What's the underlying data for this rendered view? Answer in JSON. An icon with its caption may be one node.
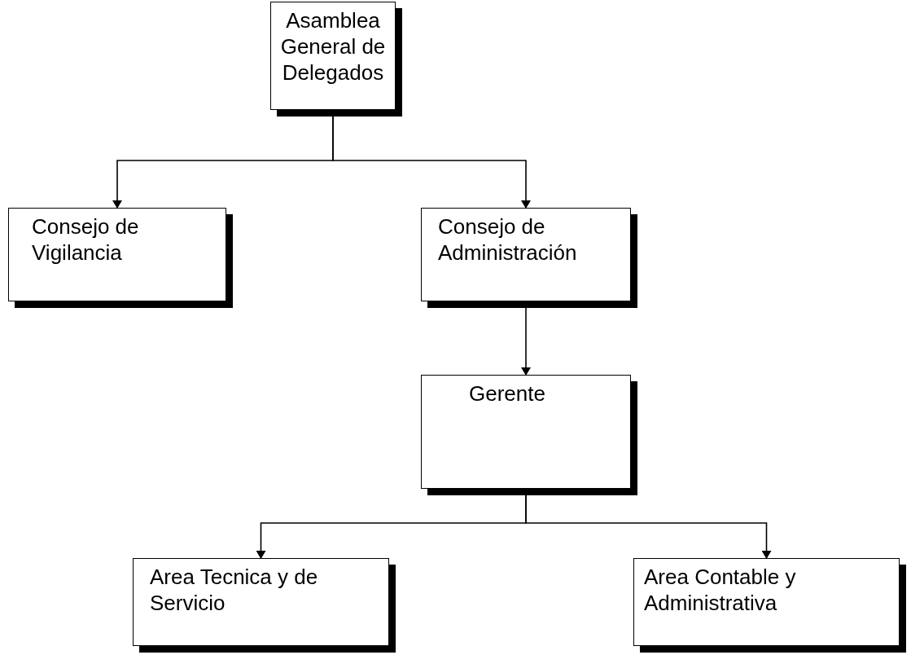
{
  "diagram": {
    "nodes": [
      {
        "text": [
          "Asamblea General de Delegados"
        ]
      },
      {
        "text": [
          "Consejo de Vigilancia"
        ]
      },
      {
        "text": [
          "Consejo de Administración"
        ]
      },
      {
        "text": [
          "Gerente"
        ]
      },
      {
        "text": [
          "Area Tecnica y de Servicio"
        ]
      },
      {
        "text": [
          "Area Contable y Administrativa"
        ]
      }
    ],
    "edges": [
      {
        "from": 0,
        "to": 1,
        "arrow": "to"
      },
      {
        "from": 0,
        "to": 2,
        "arrow": "to"
      },
      {
        "from": 2,
        "to": 3,
        "arrow": "to"
      },
      {
        "from": 3,
        "to": 4,
        "arrow": "to"
      },
      {
        "from": 3,
        "to": 5,
        "arrow": "to"
      }
    ]
  }
}
